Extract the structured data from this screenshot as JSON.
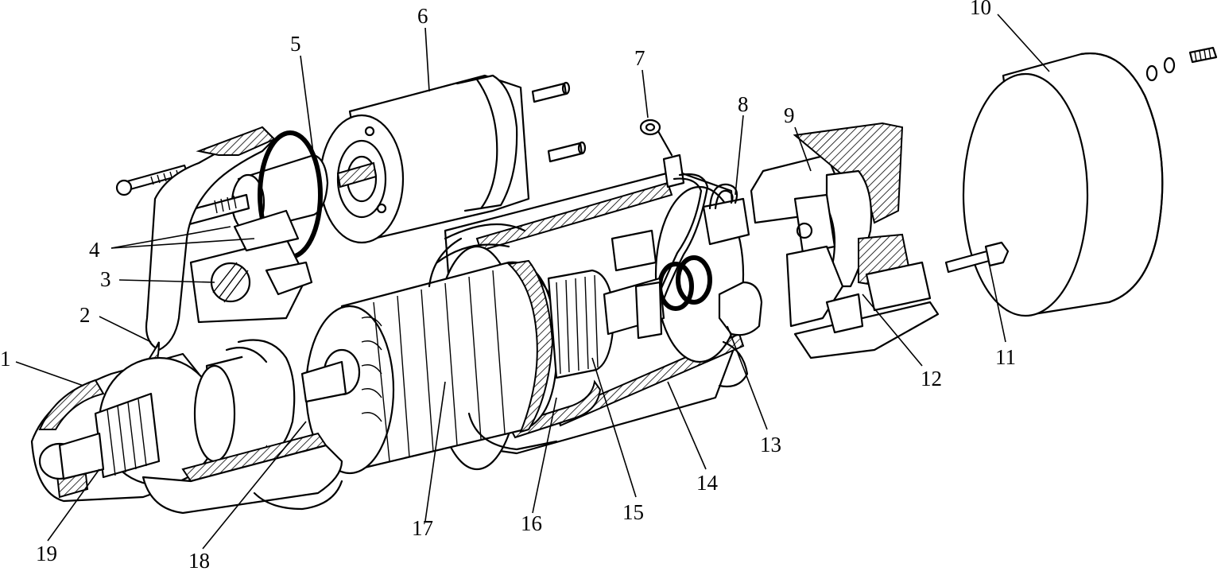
{
  "labels": [
    "1",
    "2",
    "3",
    "4",
    "5",
    "6",
    "7",
    "8",
    "9",
    "10",
    "11",
    "12",
    "13",
    "14",
    "15",
    "16",
    "17",
    "18",
    "19"
  ]
}
